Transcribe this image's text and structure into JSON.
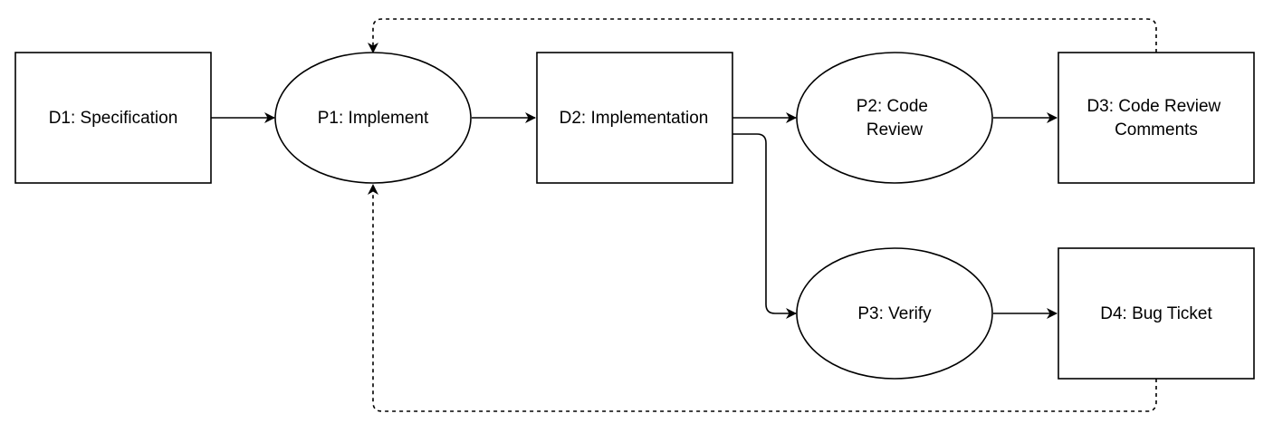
{
  "diagram": {
    "nodes": [
      {
        "id": "d1",
        "shape": "rect",
        "lines": [
          "D1: Specification"
        ]
      },
      {
        "id": "p1",
        "shape": "ellipse",
        "lines": [
          "P1: Implement"
        ]
      },
      {
        "id": "d2",
        "shape": "rect",
        "lines": [
          "D2: Implementation"
        ]
      },
      {
        "id": "p2",
        "shape": "ellipse",
        "lines": [
          "P2: Code",
          "Review"
        ]
      },
      {
        "id": "d3",
        "shape": "rect",
        "lines": [
          "D3: Code Review",
          "Comments"
        ]
      },
      {
        "id": "p3",
        "shape": "ellipse",
        "lines": [
          "P3: Verify"
        ]
      },
      {
        "id": "d4",
        "shape": "rect",
        "lines": [
          "D4: Bug Ticket"
        ]
      }
    ],
    "edges": [
      {
        "from": "d1",
        "to": "p1",
        "style": "solid"
      },
      {
        "from": "p1",
        "to": "d2",
        "style": "solid"
      },
      {
        "from": "d2",
        "to": "p2",
        "style": "solid"
      },
      {
        "from": "p2",
        "to": "d3",
        "style": "solid"
      },
      {
        "from": "d2",
        "to": "p3",
        "style": "solid"
      },
      {
        "from": "p3",
        "to": "d4",
        "style": "solid"
      },
      {
        "from": "d3",
        "to": "p1",
        "style": "dashed"
      },
      {
        "from": "d4",
        "to": "p1",
        "style": "dashed"
      }
    ],
    "colors": {
      "stroke": "#000000",
      "fill": "#ffffff",
      "text": "#000000"
    }
  }
}
